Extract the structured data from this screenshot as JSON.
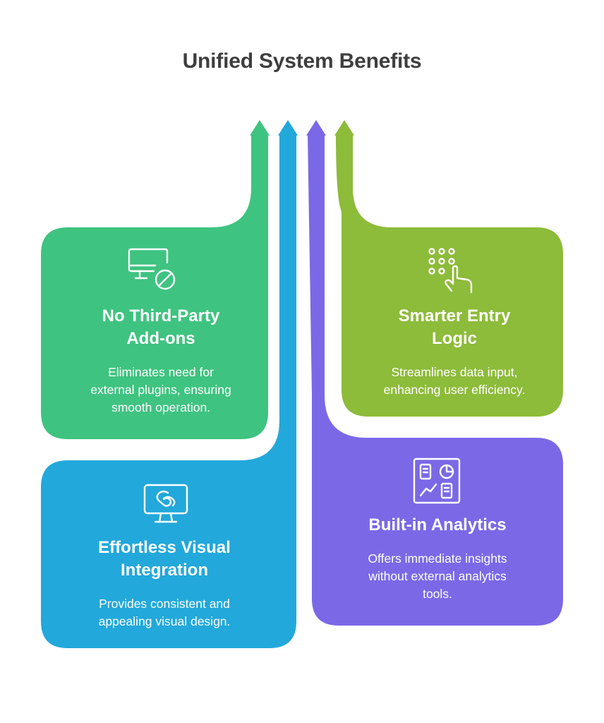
{
  "title": "Unified System Benefits",
  "colors": {
    "green": "#3fc380",
    "blue": "#22a8da",
    "purple": "#7b68e6",
    "olive": "#8dbb3a",
    "title_text": "#3e3e3e",
    "card_text": "#ffffff"
  },
  "cards": [
    {
      "title_line1": "No Third-Party",
      "title_line2": "Add-ons",
      "desc_line1": "Eliminates need for",
      "desc_line2": "external plugins, ensuring",
      "desc_line3": "smooth operation.",
      "icon": "monitor-blocked-icon",
      "color": "green"
    },
    {
      "title_line1": "Smarter Entry",
      "title_line2": "Logic",
      "desc_line1": "Streamlines data input,",
      "desc_line2": "enhancing user efficiency.",
      "icon": "keypad-touch-icon",
      "color": "olive"
    },
    {
      "title_line1": "Effortless Visual",
      "title_line2": "Integration",
      "desc_line1": "Provides consistent and",
      "desc_line2": "appealing visual design.",
      "icon": "design-monitor-icon",
      "color": "blue"
    },
    {
      "title_line1": "Built-in Analytics",
      "desc_line1": "Offers immediate insights",
      "desc_line2": "without external analytics",
      "desc_line3": "tools.",
      "icon": "analytics-dashboard-icon",
      "color": "purple"
    }
  ]
}
